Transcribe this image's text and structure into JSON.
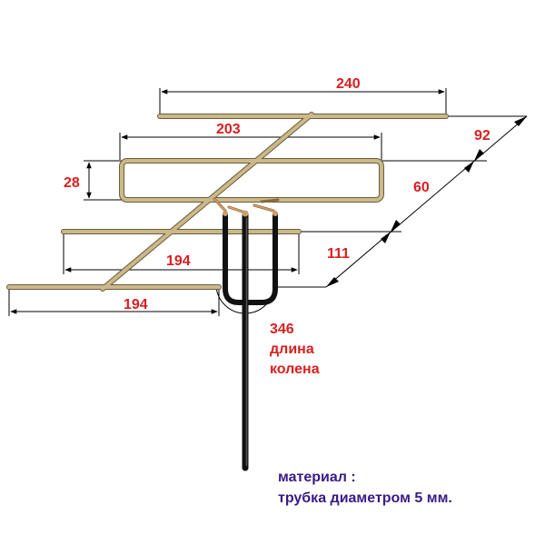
{
  "dimensions": {
    "top_element": "240",
    "second_element": "203",
    "loop_height": "28",
    "third_element": "194",
    "bottom_element": "194",
    "spacing_top": "92",
    "spacing_middle": "60",
    "spacing_bottom": "111"
  },
  "knee": {
    "length": "346",
    "line1": "длина",
    "line2": "колена"
  },
  "material": {
    "line1": "материал :",
    "line2": "трубка диаметром 5 мм."
  },
  "colors": {
    "tube": "#cbb98a",
    "tube_edge": "#6b5d3c",
    "mast": "#111111",
    "dimension_text": "#d81f1f",
    "material_text": "#3a1a86"
  }
}
